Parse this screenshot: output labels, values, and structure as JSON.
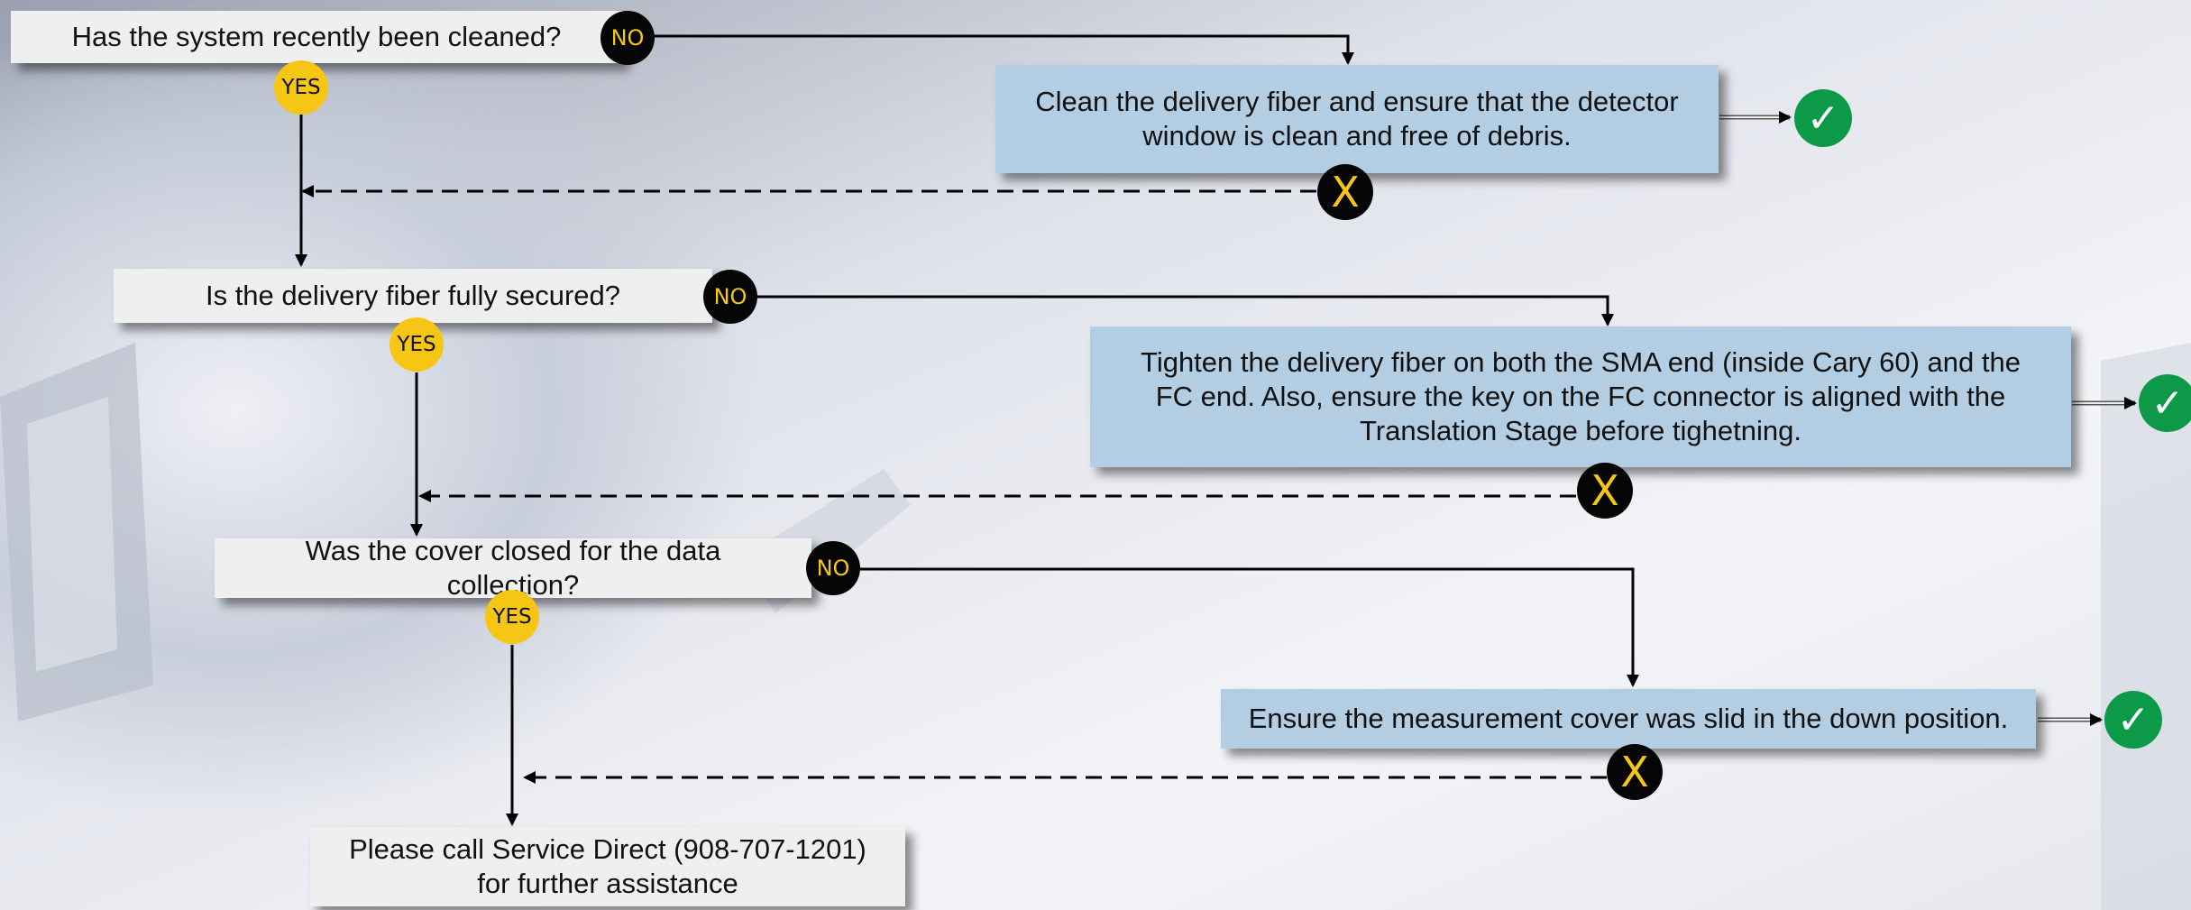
{
  "steps": [
    {
      "question": "Has the system recently been cleaned?",
      "no_label": "NO",
      "yes_label": "YES",
      "action": "Clean the delivery fiber and ensure that the detector window is clean and free of debris.",
      "fail_label": "X",
      "success_icon": "checkmark-icon"
    },
    {
      "question": "Is the delivery fiber fully secured?",
      "no_label": "NO",
      "yes_label": "YES",
      "action": "Tighten the delivery fiber on both the SMA end (inside Cary 60) and the FC end. Also, ensure the key on the FC connector is aligned with the Translation Stage before tighetning.",
      "fail_label": "X",
      "success_icon": "checkmark-icon"
    },
    {
      "question": "Was the cover closed for the data collection?",
      "no_label": "NO",
      "yes_label": "YES",
      "action": "Ensure the measurement cover was slid in the down position.",
      "fail_label": "X",
      "success_icon": "checkmark-icon"
    }
  ],
  "final": "Please call Service Direct (908-707-1201) for further assistance",
  "colors": {
    "question_box": "#efefef",
    "action_box": "#b3cde3",
    "no_badge": "#050505",
    "yes_badge": "#f6c614",
    "success": "#0c9a48"
  }
}
